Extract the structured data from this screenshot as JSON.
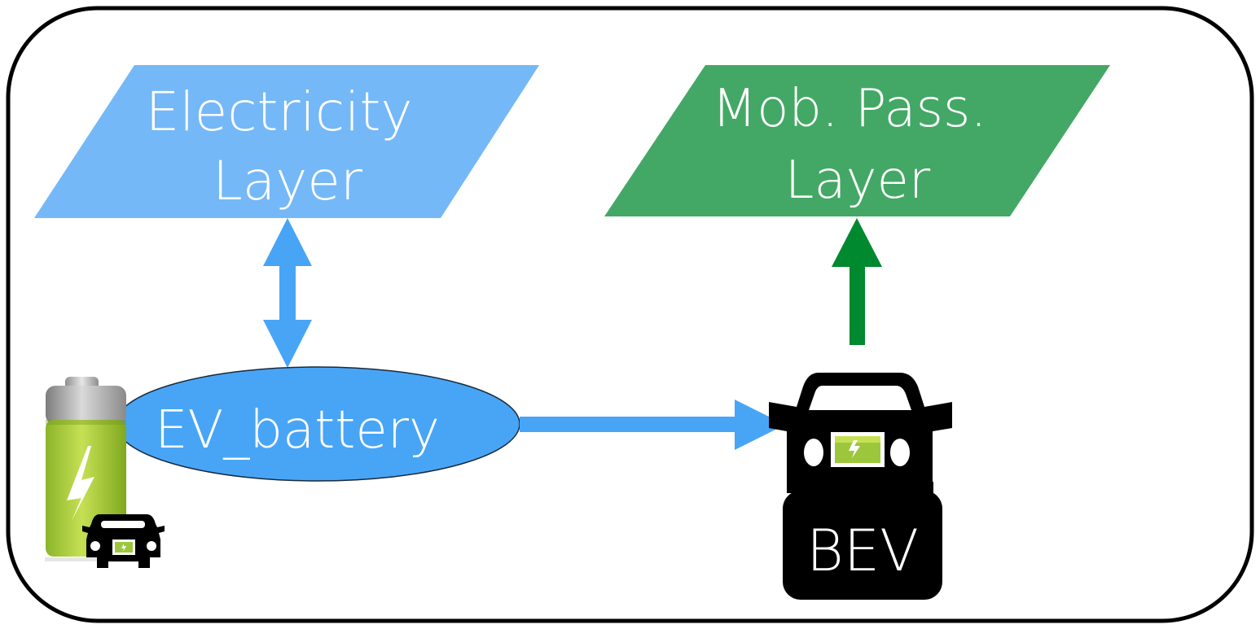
{
  "nodes": {
    "electricity_layer": {
      "lines": [
        "Electricity",
        "Layer"
      ],
      "color": "#74b8f8",
      "shape": "parallelogram"
    },
    "mobility_layer": {
      "lines": [
        "Mob. Pass.",
        "Layer"
      ],
      "color": "#43a865",
      "shape": "parallelogram"
    },
    "ev_battery": {
      "label": "EV_battery",
      "color": "#48a5f6",
      "shape": "ellipse"
    },
    "bev": {
      "label": "BEV",
      "color": "#000000",
      "shape": "car-icon"
    }
  },
  "edges": [
    {
      "from": "ev_battery",
      "to": "electricity_layer",
      "direction": "bidirectional",
      "color": "#48a5f6"
    },
    {
      "from": "ev_battery",
      "to": "bev",
      "direction": "forward",
      "color": "#48a5f6"
    },
    {
      "from": "bev",
      "to": "mobility_layer",
      "direction": "forward",
      "color": "#00892f"
    }
  ],
  "icons": {
    "battery": "battery-charging-icon",
    "small_car": "electric-car-icon",
    "bev_car": "electric-car-icon"
  },
  "frame": {
    "border_color": "#000000",
    "background": "#ffffff"
  }
}
